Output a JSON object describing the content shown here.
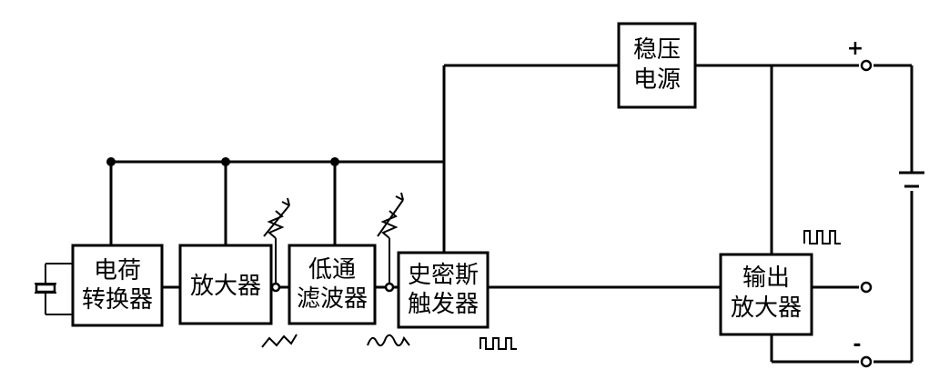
{
  "blocks": {
    "charge_converter": [
      "电荷",
      "转换器"
    ],
    "amplifier": [
      "放大器"
    ],
    "lowpass_filter": [
      "低通",
      "滤波器"
    ],
    "schmitt_trigger": [
      "史密斯",
      "触发器"
    ],
    "regulated_power": [
      "稳压",
      "电源"
    ],
    "output_amplifier": [
      "输出",
      "放大器"
    ]
  },
  "terminals": {
    "plus": "+",
    "minus": "-"
  }
}
